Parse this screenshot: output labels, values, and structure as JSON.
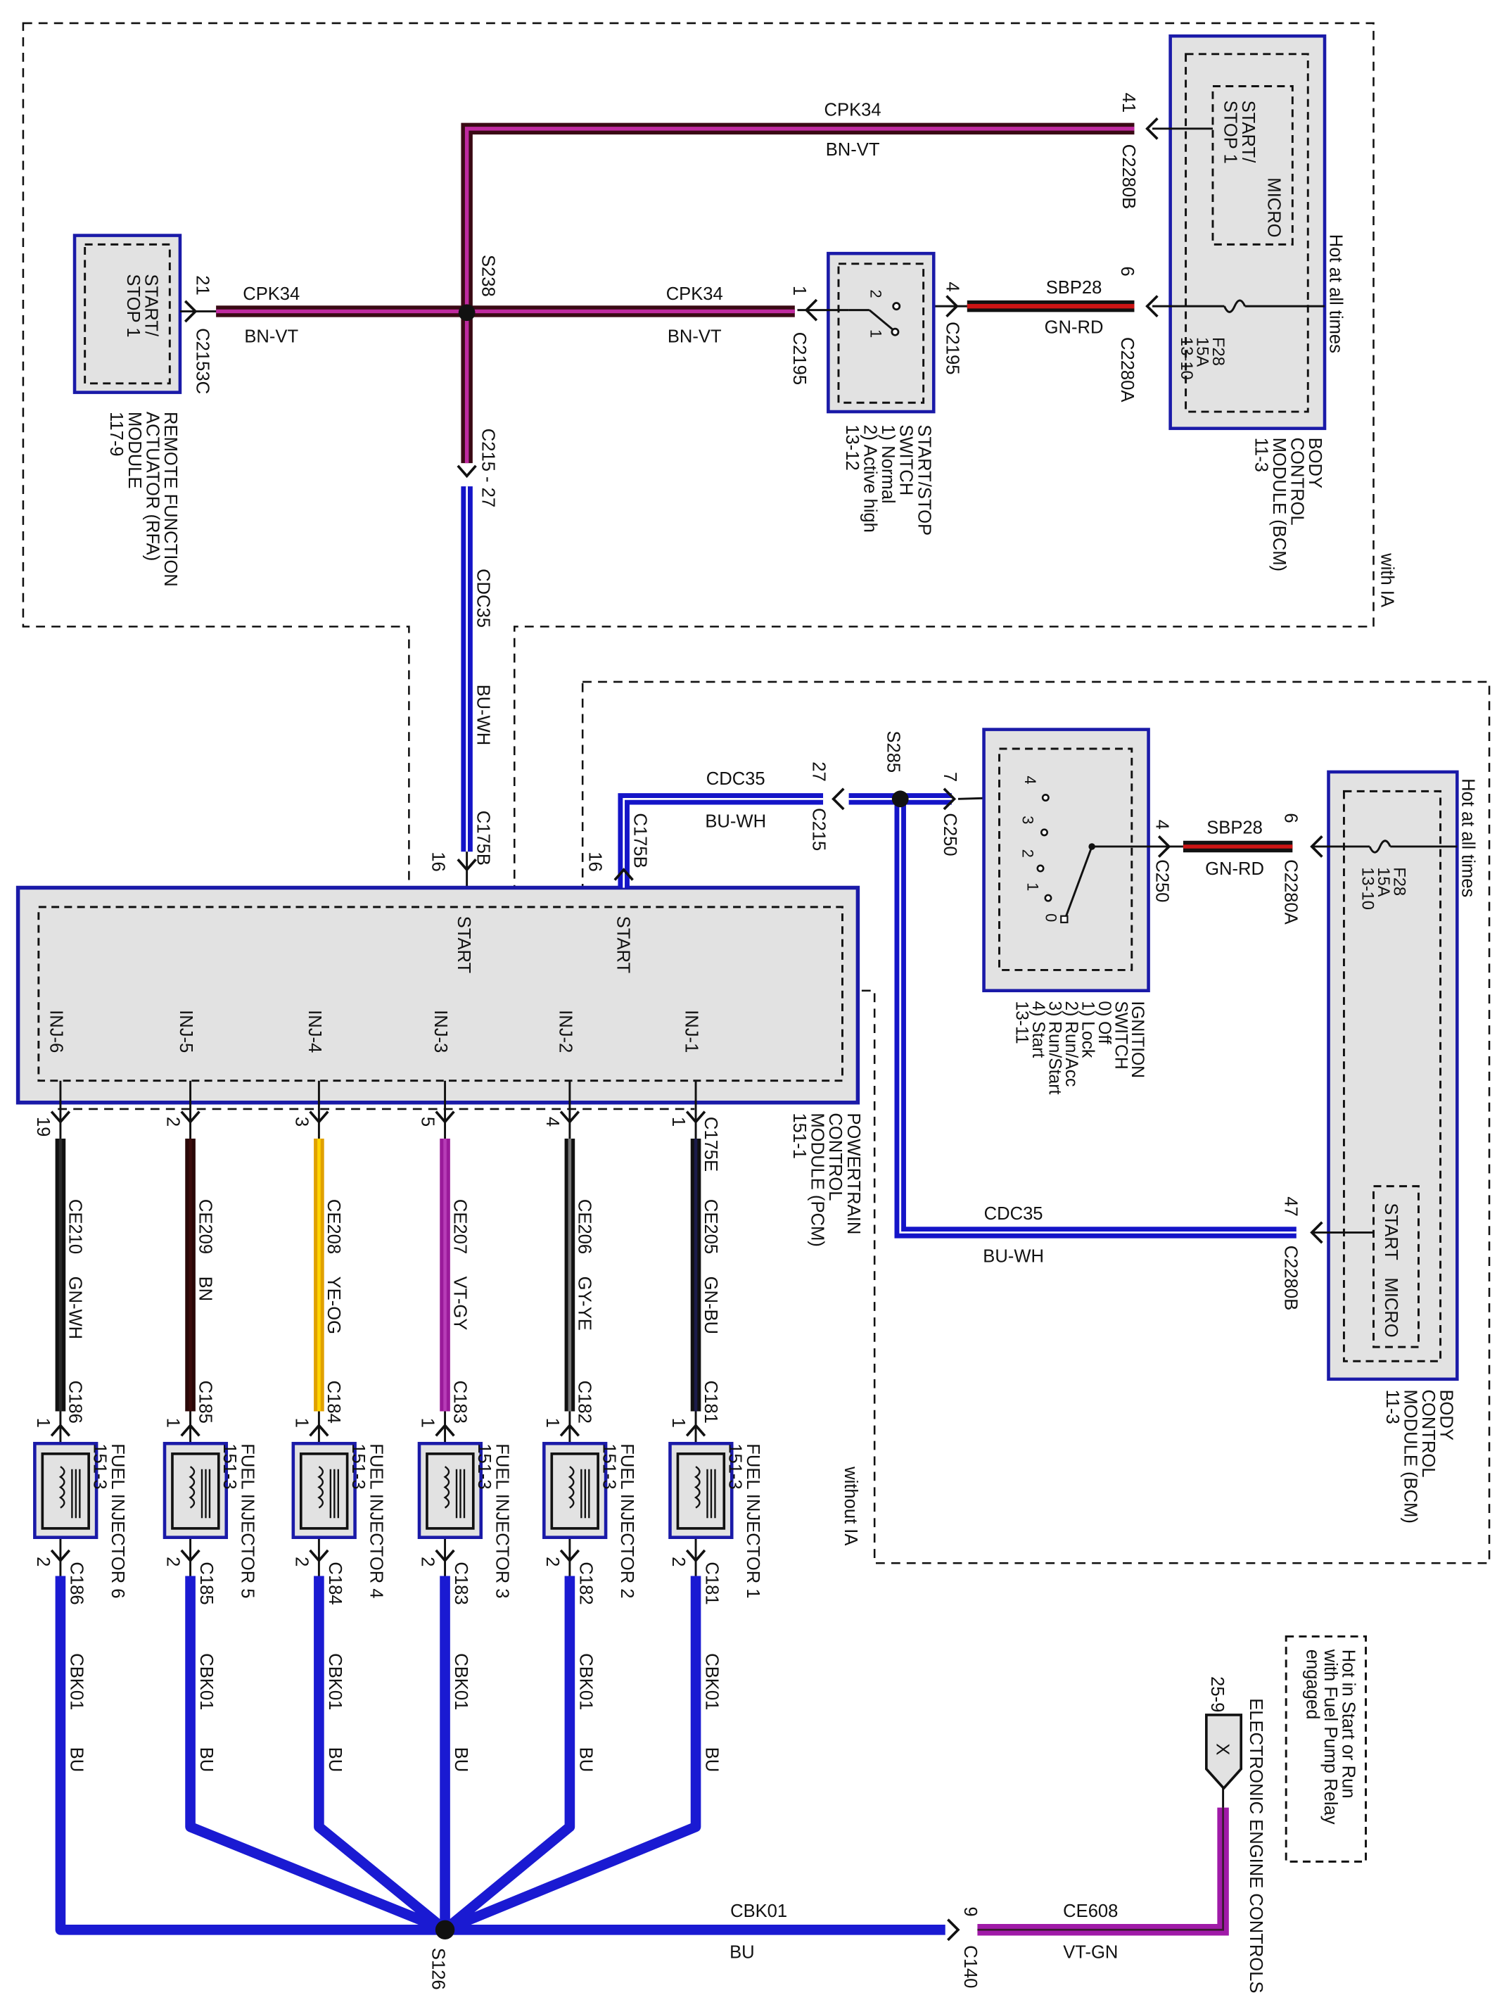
{
  "regions": {
    "with_ia": "with IA",
    "without_ia": "without IA"
  },
  "bcm_top": {
    "name": [
      "BODY",
      "CONTROL",
      "MODULE (BCM)",
      "11-3"
    ],
    "hot": "Hot at all times",
    "fuse": [
      "F28",
      "15A",
      "13-10"
    ],
    "micro": "MICRO",
    "start_stop": [
      "START/",
      "STOP 1"
    ]
  },
  "bcm_right": {
    "name": [
      "BODY",
      "CONTROL",
      "MODULE (BCM)",
      "11-3"
    ],
    "hot": "Hot at all times",
    "fuse": [
      "F28",
      "15A",
      "13-10"
    ],
    "start": "START",
    "micro": "MICRO"
  },
  "rfa": {
    "name": [
      "REMOTE FUNCTION",
      "ACTUATOR (RFA)",
      "MODULE",
      "117-9"
    ],
    "inner": [
      "START/",
      "STOP 1"
    ]
  },
  "start_stop_switch": {
    "name": [
      "START/STOP",
      "SWITCH",
      "1) Normal",
      "2) Active high",
      "13-12"
    ],
    "contacts": [
      "2",
      "1"
    ]
  },
  "ignition_switch": {
    "name": [
      "IGNITION",
      "SWITCH",
      "0) Off",
      "1) Lock",
      "2) Run/Acc",
      "3) Run/Start",
      "4) Start",
      "13-11"
    ],
    "positions": [
      "4",
      "3",
      "2",
      "1",
      "0"
    ]
  },
  "pcm": {
    "name": [
      "POWERTRAIN",
      "CONTROL",
      "MODULE (PCM)",
      "151-1"
    ],
    "start_labels": [
      "START",
      "START"
    ],
    "inj_connector": "C175E"
  },
  "connectors": {
    "c2280b_top": {
      "pin": "41",
      "id": "C2280B"
    },
    "c2280a_top": {
      "pin": "6",
      "id": "C2280A"
    },
    "c2195_in": {
      "pin": "4",
      "id": "C2195"
    },
    "c2195_out": {
      "pin": "1",
      "id": "C2195"
    },
    "c2153c": {
      "pin": "21",
      "id": "C2153C"
    },
    "c215_27": {
      "id": "C215 - 27"
    },
    "c175b_left": {
      "pin": "16",
      "id": "C175B"
    },
    "c175b_right": {
      "pin": "16",
      "id": "C175B"
    },
    "c215_right": {
      "pin": "27",
      "id": "C215"
    },
    "c250_7": {
      "pin": "7",
      "id": "C250"
    },
    "c250_4": {
      "pin": "4",
      "id": "C250"
    },
    "c2280a_right": {
      "pin": "6",
      "id": "C2280A"
    },
    "c2280b_right": {
      "pin": "47",
      "id": "C2280B"
    },
    "c140": {
      "pin": "9",
      "id": "C140"
    }
  },
  "splices": {
    "s238": "S238",
    "s285": "S285",
    "s126": "S126"
  },
  "wires": {
    "cpk34_top": {
      "circuit": "CPK34",
      "color": "BN-VT"
    },
    "cpk34_switch": {
      "circuit": "CPK34",
      "color": "BN-VT"
    },
    "cpk34_rfa": {
      "circuit": "CPK34",
      "color": "BN-VT"
    },
    "sbp28_top": {
      "circuit": "SBP28",
      "color": "GN-RD"
    },
    "cdc35_vertical": {
      "circuit": "CDC35",
      "color": "BU-WH"
    },
    "cdc35_c215": {
      "circuit": "CDC35",
      "color": "BU-WH"
    },
    "cdc35_bcm": {
      "circuit": "CDC35",
      "color": "BU-WH"
    },
    "sbp28_right": {
      "circuit": "SBP28",
      "color": "GN-RD"
    },
    "cbk01_main": {
      "circuit": "CBK01",
      "color": "BU"
    },
    "ce608": {
      "circuit": "CE608",
      "color": "VT-GN"
    }
  },
  "injectors": [
    {
      "inj": "INJ-6",
      "pin": "19",
      "circuit": "CE210",
      "color": "GN-WH",
      "connector": "C186",
      "pin_in": "1",
      "pin_out": "2",
      "name": "FUEL INJECTOR 6",
      "ref": "151-3",
      "ground_circuit": "CBK01",
      "ground_color": "BU"
    },
    {
      "inj": "INJ-5",
      "pin": "2",
      "circuit": "CE209",
      "color": "BN",
      "connector": "C185",
      "pin_in": "1",
      "pin_out": "2",
      "name": "FUEL INJECTOR 5",
      "ref": "151-3",
      "ground_circuit": "CBK01",
      "ground_color": "BU"
    },
    {
      "inj": "INJ-4",
      "pin": "3",
      "circuit": "CE208",
      "color": "YE-OG",
      "connector": "C184",
      "pin_in": "1",
      "pin_out": "2",
      "name": "FUEL INJECTOR 4",
      "ref": "151-3",
      "ground_circuit": "CBK01",
      "ground_color": "BU"
    },
    {
      "inj": "INJ-3",
      "pin": "5",
      "circuit": "CE207",
      "color": "VT-GY",
      "connector": "C183",
      "pin_in": "1",
      "pin_out": "2",
      "name": "FUEL INJECTOR 3",
      "ref": "151-3",
      "ground_circuit": "CBK01",
      "ground_color": "BU"
    },
    {
      "inj": "INJ-2",
      "pin": "4",
      "circuit": "CE206",
      "color": "GY-YE",
      "connector": "C182",
      "pin_in": "1",
      "pin_out": "2",
      "name": "FUEL INJECTOR 2",
      "ref": "151-3",
      "ground_circuit": "CBK01",
      "ground_color": "BU"
    },
    {
      "inj": "INJ-1",
      "pin": "1",
      "circuit": "CE205",
      "color": "GN-BU",
      "connector": "C181",
      "pin_in": "1",
      "pin_out": "2",
      "name": "FUEL INJECTOR 1",
      "ref": "151-3",
      "ground_circuit": "CBK01",
      "ground_color": "BU"
    }
  ],
  "ecc": {
    "name": "ELECTRONIC ENGINE CONTROLS",
    "ref": "25-9",
    "symbol": "X",
    "note": [
      "Hot in Start or Run",
      "with Fuel Pump Relay",
      "engaged"
    ]
  },
  "colors": {
    "module_border": "#1a1aa8",
    "module_fill": "#e2e2e2",
    "BN-VT": [
      "#3a0a14",
      "#c02aa0"
    ],
    "GN-RD": [
      "#111111",
      "#cc1414"
    ],
    "BU-WH": [
      "#1414c8",
      "#ffffff"
    ],
    "BU": [
      "#1a1ad2",
      "#1a1ad2"
    ],
    "VT-GN": [
      "#a01aa8",
      "#3a1a30"
    ],
    "GN-WH": [
      "#111111",
      "#2a2a2a"
    ],
    "BN": [
      "#2a0808",
      "#3c0c0c"
    ],
    "YE-OG": [
      "#e0a000",
      "#ffd400"
    ],
    "VT-GY": [
      "#9a1a9a",
      "#b63cb6"
    ],
    "GY-YE": [
      "#111111",
      "#777777"
    ],
    "GN-BU": [
      "#111111",
      "#1c1c4a"
    ]
  }
}
